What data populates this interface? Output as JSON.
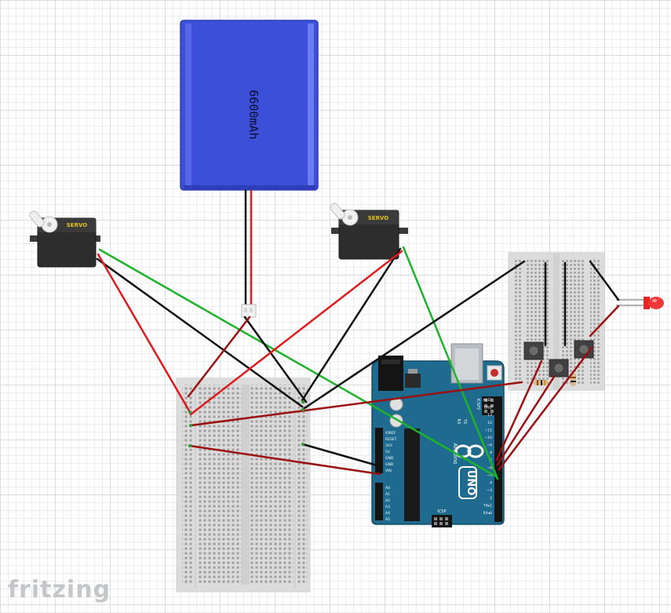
{
  "battery": {
    "capacity_label": "6600mAh",
    "color": "#3a4fd6"
  },
  "servo_left": {
    "label": "SERVO"
  },
  "servo_right": {
    "label": "SERVO"
  },
  "arduino": {
    "model_label": "UNO",
    "brand_label": "Arduino",
    "icsp_label": "ICSP",
    "icsp2_label": "ICSP2",
    "tx_label": "TX",
    "rx_label": "RX",
    "power_pins": [
      "IOREF",
      "RESET",
      "3V3",
      "5V",
      "GND",
      "GND",
      "VIN"
    ],
    "analog_pins": [
      "A0",
      "A1",
      "A2",
      "A3",
      "A4",
      "A5"
    ],
    "digital_pins": [
      "AREF",
      "GND",
      "13",
      "12",
      "~11",
      "~10",
      "~9",
      "8",
      "7",
      "~6",
      "~5",
      "4",
      "~3",
      "2",
      "TX▸1",
      "RX◂0"
    ],
    "board_color": "#1f6a8f"
  },
  "wire_colors": {
    "green": "#1db32a",
    "black": "#111111",
    "red": "#e0191a",
    "darkred": "#9b1010"
  },
  "watermark": "fritzing"
}
